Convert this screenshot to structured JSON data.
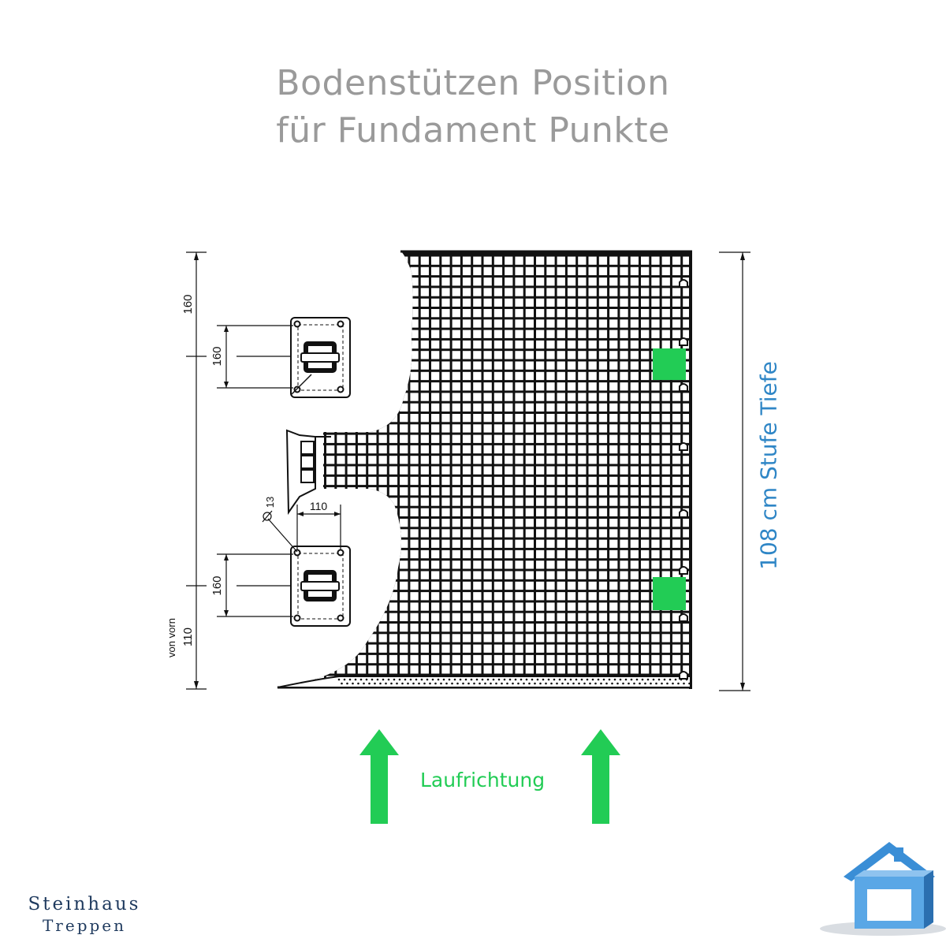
{
  "title": {
    "line1": "Bodenstützen Position",
    "line2": "für Fundament Punkte"
  },
  "dimensions": {
    "top_offset": "160",
    "plate_height_upper": "160",
    "plate_height_lower": "160",
    "bolt_diameter": "13",
    "bolt_spacing": "110",
    "front_offset_label": "von vorn",
    "front_offset": "110",
    "step_depth": "108 cm Stufe Tiefe"
  },
  "walking_direction_label": "Laufrichtung",
  "brand": {
    "line1": "Steinhaus",
    "line2": "Treppen"
  },
  "colors": {
    "title": "#9a9a9a",
    "accent_green": "#22cc55",
    "depth_blue": "#2f86c6",
    "brand": "#1f3a5e",
    "grating": "#111111",
    "house_logo": "#3a8ed6"
  },
  "icons": [
    "house-logo-icon",
    "arrow-up-icon"
  ]
}
